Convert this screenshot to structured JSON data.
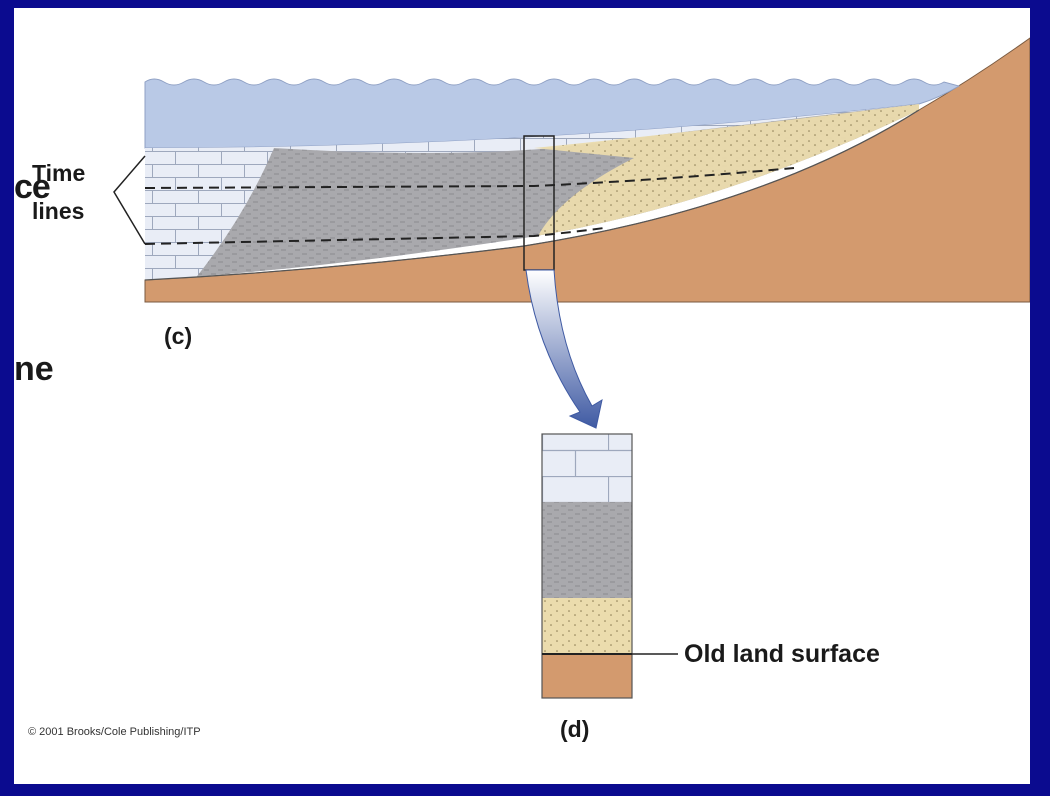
{
  "fragments": {
    "left_top": "ce",
    "left_mid": "ne"
  },
  "labels": {
    "time_line_1": "Time",
    "time_line_2": "lines",
    "panel_c": "(c)",
    "panel_d": "(d)",
    "old_land_surface": "Old land surface"
  },
  "copyright": "© 2001 Brooks/Cole Publishing/ITP",
  "colors": {
    "border": "#0b0b8f",
    "water": "#b9c9e6",
    "limestone": "#e9edf6",
    "shale": "#a9a9ad",
    "sand": "#ebdcad",
    "land": "#d39a6e",
    "arrow": "#3f5aa3"
  }
}
